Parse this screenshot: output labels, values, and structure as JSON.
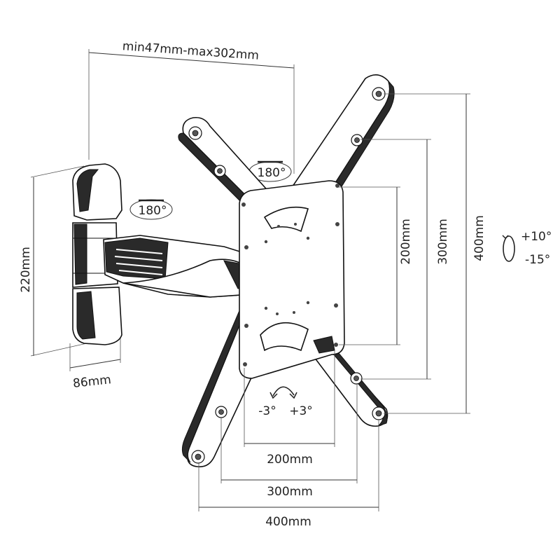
{
  "labels": {
    "arm_extension": "min47mm-max302mm",
    "wall_plate_height": "220mm",
    "wall_plate_width": "86mm",
    "swivel_arm": "180°",
    "swivel_head": "180°",
    "tilt_up": "+10°",
    "tilt_down": "-15°",
    "rotate_left": "-3°",
    "rotate_right": "+3°",
    "vesa_h_200": "200mm",
    "vesa_h_300": "300mm",
    "vesa_h_400": "400mm",
    "vesa_v_200": "200mm",
    "vesa_v_300": "300mm",
    "vesa_v_400": "400mm"
  }
}
